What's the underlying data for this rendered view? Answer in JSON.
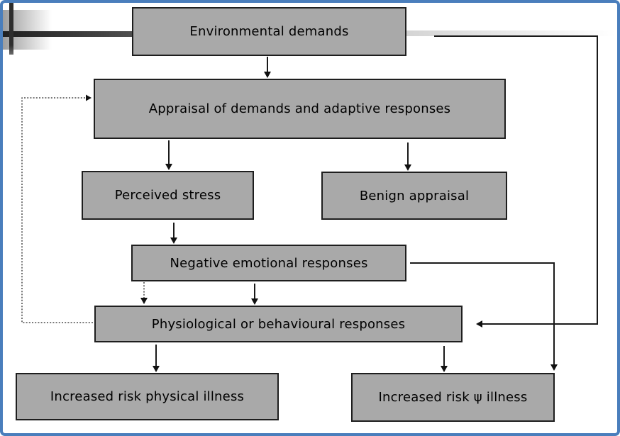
{
  "palette": {
    "node_fill": "#a9a9a9",
    "node_border": "#1e1e1e",
    "connector": "#1a1a1a",
    "frame_blue": "#4a7ebc",
    "corner_bar_dark": "#2e2e2e",
    "background": "#ffffff"
  },
  "nodes": {
    "environmental_demands": {
      "label": "Environmental demands"
    },
    "appraisal": {
      "label": "Appraisal of demands and adaptive responses"
    },
    "perceived_stress": {
      "label": "Perceived stress"
    },
    "benign_appraisal": {
      "label": "Benign appraisal"
    },
    "negative_emotional": {
      "label": "Negative emotional responses"
    },
    "physiological": {
      "label": "Physiological or behavioural responses"
    },
    "physical_illness": {
      "label": "Increased risk physical illness"
    },
    "psi_illness": {
      "label": "Increased risk ψ illness"
    }
  },
  "edges": [
    {
      "from": "environmental_demands",
      "to": "appraisal",
      "style": "solid-arrow"
    },
    {
      "from": "appraisal",
      "to": "perceived_stress",
      "style": "solid-arrow"
    },
    {
      "from": "appraisal",
      "to": "benign_appraisal",
      "style": "solid-arrow"
    },
    {
      "from": "perceived_stress",
      "to": "negative_emotional",
      "style": "solid-arrow"
    },
    {
      "from": "negative_emotional",
      "to": "physiological",
      "style": "dotted-arrow"
    },
    {
      "from": "negative_emotional",
      "to": "physiological",
      "style": "solid-arrow"
    },
    {
      "from": "physiological",
      "to": "physical_illness",
      "style": "solid-arrow"
    },
    {
      "from": "physiological",
      "to": "psi_illness",
      "style": "solid-arrow"
    },
    {
      "from": "negative_emotional",
      "to": "psi_illness",
      "style": "solid-elbow-arrow"
    },
    {
      "from": "environmental_demands",
      "to": "physiological",
      "style": "solid-elbow-arrow"
    },
    {
      "from": "physiological",
      "to": "appraisal",
      "style": "dotted-elbow-feedback-arrow"
    }
  ]
}
